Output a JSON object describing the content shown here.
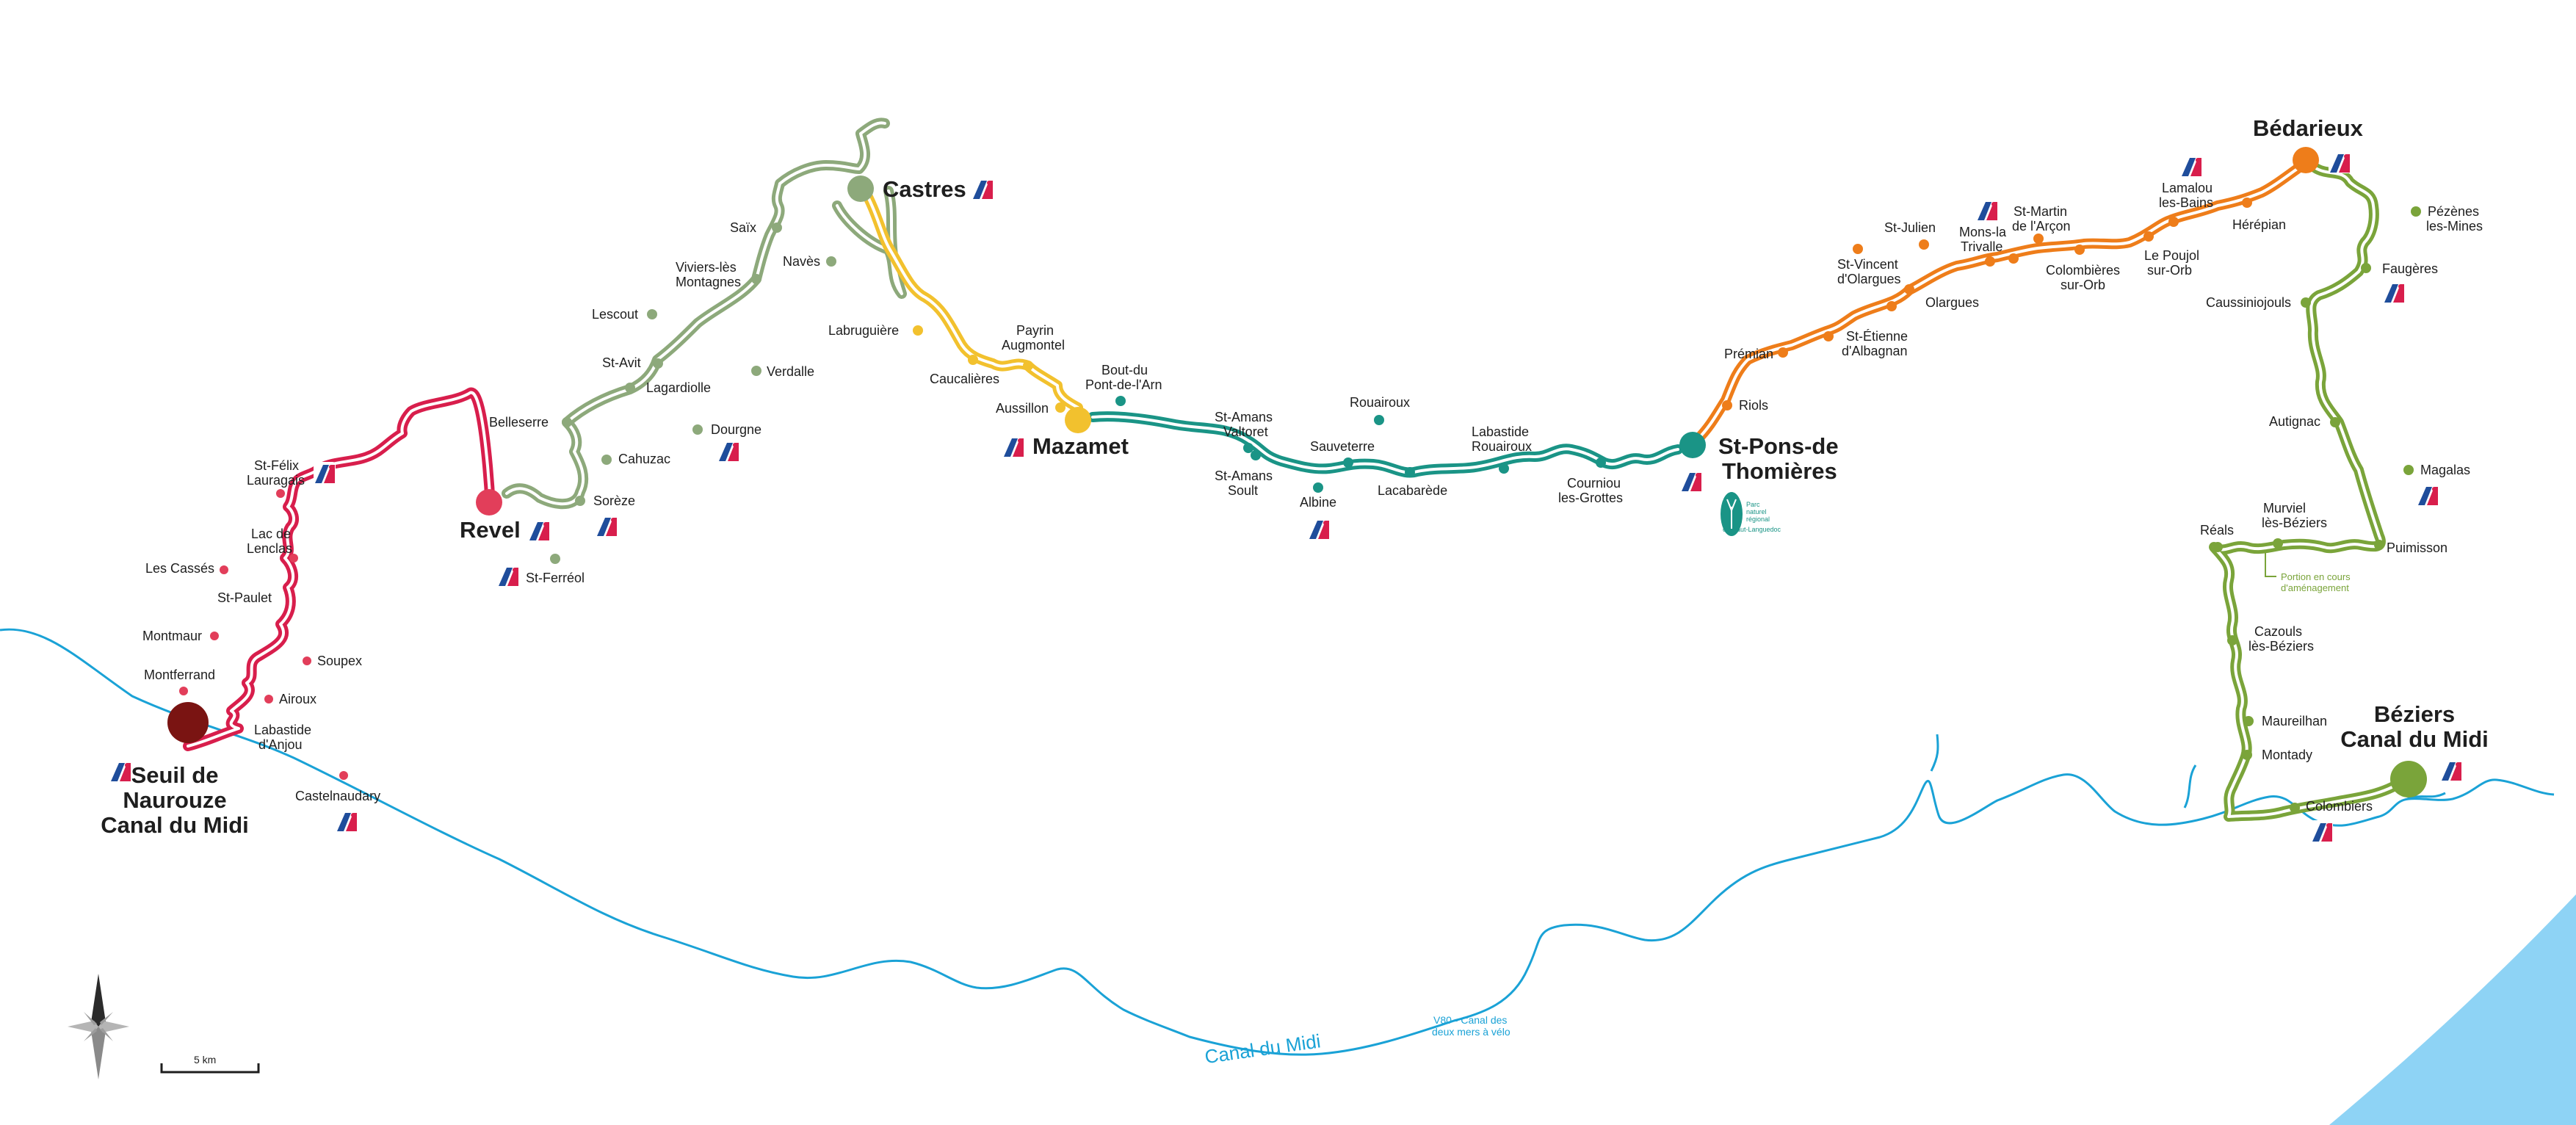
{
  "colors": {
    "red": "#d81e4c",
    "red_dark": "#7a1412",
    "green_grey": "#8da97b",
    "yellow": "#f2c12e",
    "teal": "#1a9486",
    "orange": "#ee7d1a",
    "olive": "#7aa43a",
    "water": "#1aa2d6",
    "sea": "#8ed3f5"
  },
  "icons": {
    "station": "train-station-icon",
    "park": "regional-park-logo",
    "compass": "compass-rose-icon"
  },
  "major_towns": {
    "naurouze": [
      "Seuil de",
      "Naurouze",
      "Canal du Midi"
    ],
    "revel": "Revel",
    "castres": "Castres",
    "mazamet": "Mazamet",
    "stpons": [
      "St-Pons-de",
      "Thomières"
    ],
    "bedarieux": "Bédarieux",
    "beziers": [
      "Béziers",
      "Canal du Midi"
    ]
  },
  "places": {
    "stfelix": [
      "St-Félix",
      "Lauragais"
    ],
    "lacdelenclas": [
      "Lac de",
      "Lenclas"
    ],
    "lescasses": "Les Cassés",
    "stpaulet": "St-Paulet",
    "montmaur": "Montmaur",
    "soupex": "Soupex",
    "montferrand": "Montferrand",
    "airoux": "Airoux",
    "labastidedanjou": [
      "Labastide",
      "d'Anjou"
    ],
    "castelnaudary": "Castelnaudary",
    "saix": "Saïx",
    "naves": "Navès",
    "viviers": [
      "Viviers-lès",
      "Montagnes"
    ],
    "lescout": "Lescout",
    "stavit": "St-Avit",
    "lagardiolle": "Lagardiolle",
    "verdalle": "Verdalle",
    "belleserre": "Belleserre",
    "dourgne": "Dourgne",
    "cahuzac": "Cahuzac",
    "soreze": "Sorèze",
    "stferreol": "St-Ferréol",
    "labruguiere": "Labruguière",
    "payrin": [
      "Payrin",
      "Augmontel"
    ],
    "caucalieres": "Caucalières",
    "aussillon": "Aussillon",
    "boutdupont": [
      "Bout-du",
      "Pont-de-l'Arn"
    ],
    "stamansvaltoret": [
      "St-Amans",
      "Valtoret"
    ],
    "stamanssoult": [
      "St-Amans",
      "Soult"
    ],
    "rouairoux": "Rouairoux",
    "sauveterre": "Sauveterre",
    "albine": "Albine",
    "labastiderouairoux": [
      "Labastide",
      "Rouairoux"
    ],
    "lacabarede": "Lacabarède",
    "courniou": [
      "Courniou",
      "les-Grottes"
    ],
    "riols": "Riols",
    "premian": "Prémian",
    "stetienne": [
      "St-Étienne",
      "d'Albagnan"
    ],
    "olargues": "Olargues",
    "stvincent": [
      "St-Vincent",
      "d'Olargues"
    ],
    "stjulien": "St-Julien",
    "monslatrivalle": [
      "Mons-la",
      "Trivalle"
    ],
    "stmartin": [
      "St-Martin",
      "de l'Arçon"
    ],
    "colombieressurorb": [
      "Colombières",
      "sur-Orb"
    ],
    "lepoujol": [
      "Le Poujol",
      "sur-Orb"
    ],
    "lamalou": [
      "Lamalou",
      "les-Bains"
    ],
    "herepian": "Hérépian",
    "pezenes": [
      "Pézènes",
      "les-Mines"
    ],
    "faugeres": "Faugères",
    "caussiniojouls": "Caussiniojouls",
    "autignac": "Autignac",
    "magalas": "Magalas",
    "murviel": [
      "Murviel",
      "lès-Béziers"
    ],
    "reals": "Réals",
    "puimisson": "Puimisson",
    "cazouls": [
      "Cazouls",
      "lès-Béziers"
    ],
    "maureilhan": "Maureilhan",
    "montady": "Montady",
    "colombiers": "Colombiers"
  },
  "annotations": {
    "portion": [
      "Portion en cours",
      "d'aménagement"
    ],
    "park_logo": [
      "Parc",
      "naturel",
      "régional",
      "du Haut-Languedoc"
    ]
  },
  "water": {
    "canal_label": "Canal du Midi",
    "v80": [
      "V80 - Canal des",
      "deux mers à vélo"
    ]
  },
  "scale": {
    "label": "5 km"
  }
}
